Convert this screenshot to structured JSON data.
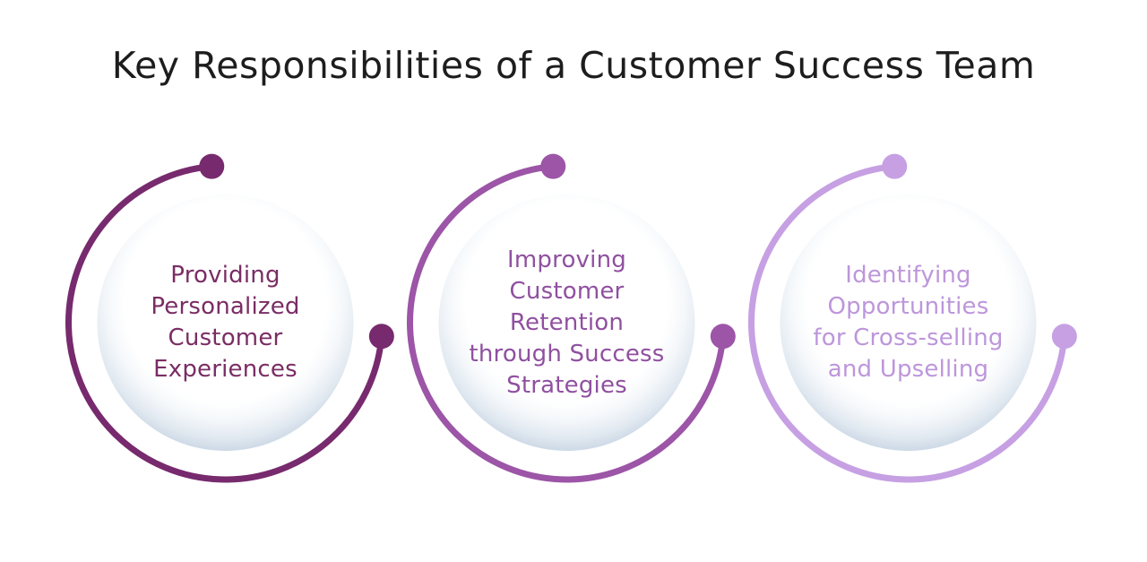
{
  "title": "Key Responsibilities of a Customer Success Team",
  "items": [
    {
      "label": "Providing\nPersonalized\nCustomer\nExperiences",
      "arc_color": "#772A6E",
      "text_color": "#7A2D64"
    },
    {
      "label": "Improving\nCustomer\nRetention\nthrough Success\nStrategies",
      "arc_color": "#9C55A7",
      "text_color": "#9050A0"
    },
    {
      "label": "Identifying\nOpportunities\nfor Cross-selling\nand Upselling",
      "arc_color": "#C6A0E3",
      "text_color": "#BD96DB"
    }
  ],
  "colors": {
    "background": "#FFFFFF",
    "title": "#1D1D1D",
    "disc_rim": "#CDD9E6"
  }
}
